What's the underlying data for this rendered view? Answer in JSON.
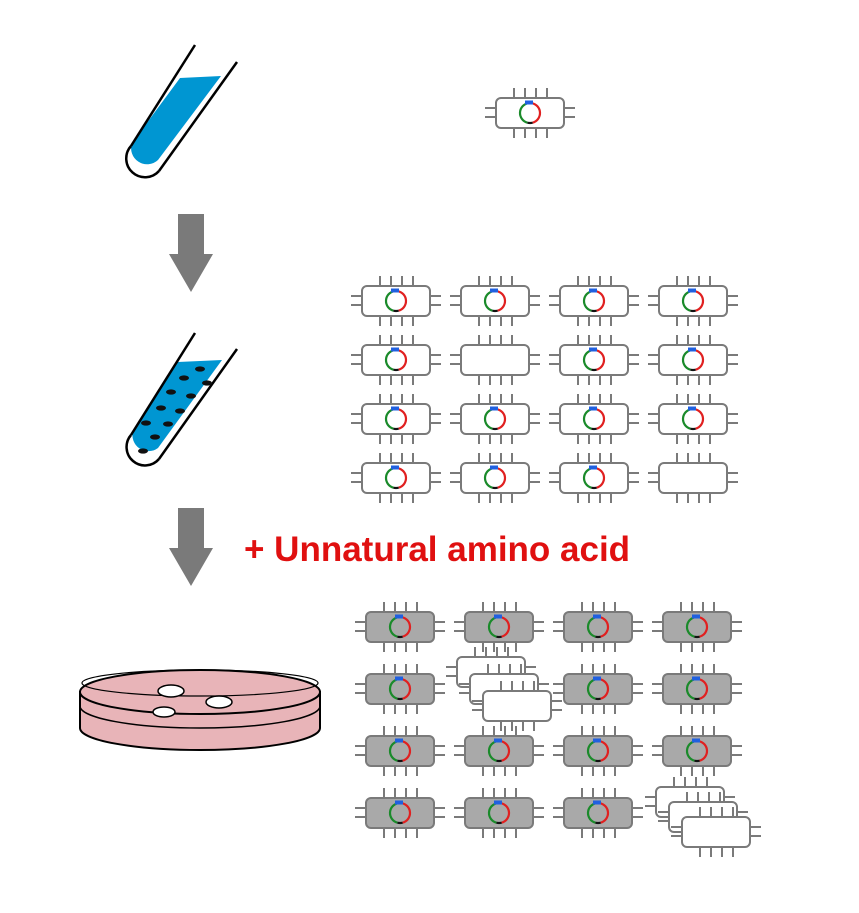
{
  "annotation": {
    "text": "+ Unnatural amino acid"
  },
  "colors": {
    "outline": "#7a7a7a",
    "cell_fill_plain": "#ffffff",
    "cell_fill_grown": "#a9a9a9",
    "plasmid_green": "#1a8a2a",
    "plasmid_red": "#e02020",
    "plasmid_blue": "#2060e0",
    "plasmid_black": "#111111",
    "medium_blue": "#0096d2",
    "arrow_gray": "#7a7a7a",
    "dish_fill": "#e8b4b8",
    "label_red": "#e01010"
  },
  "icons": {
    "steps": [
      "test-tube-medium-icon",
      "arrow-down-icon",
      "test-tube-cells-icon",
      "arrow-down-icon",
      "petri-dish-colonies-icon"
    ],
    "cell": "bacterial-cell-with-plasmid-icon"
  },
  "groups": {
    "single": {
      "plasmid_cells": 1,
      "empty_cells": 0
    },
    "culture": {
      "rows": 4,
      "cols": 4,
      "plasmid_cells": 14,
      "empty_cells": 2
    },
    "selected": {
      "rows": 4,
      "cols": 4,
      "grown_cells": 14,
      "non_growing_stacks": 2
    }
  }
}
